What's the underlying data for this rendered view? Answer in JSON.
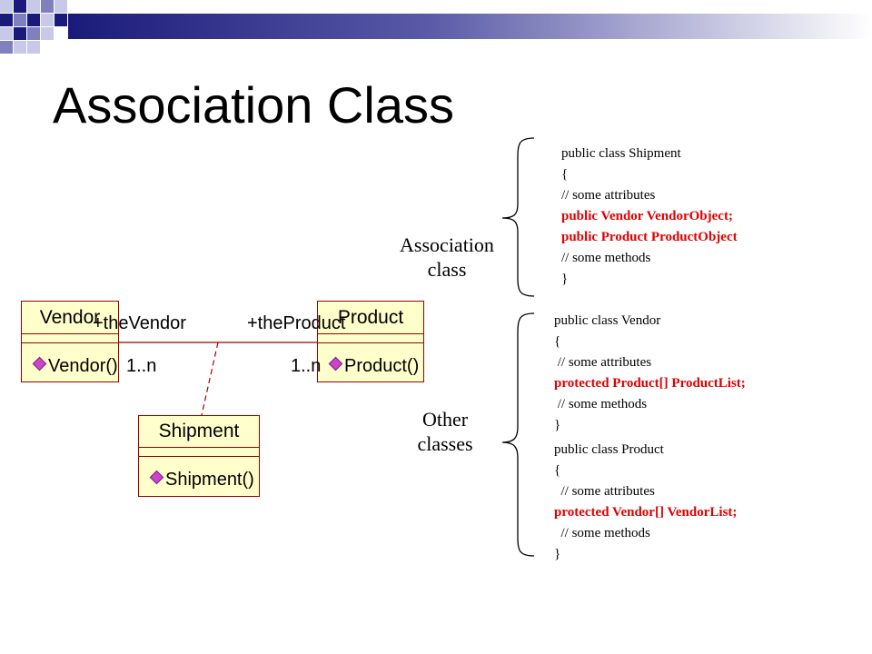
{
  "slide": {
    "title": "Association Class"
  },
  "diagram": {
    "classes": {
      "vendor": {
        "name": "Vendor",
        "operation": "Vendor()"
      },
      "product": {
        "name": "Product",
        "operation": "Product()"
      },
      "shipment": {
        "name": "Shipment",
        "operation": "Shipment()"
      }
    },
    "association": {
      "role_vendor": "+theVendor",
      "role_product": "+theProduct",
      "mult_vendor": "1..n",
      "mult_product": "1..n"
    }
  },
  "labels": {
    "association_class": [
      "Association",
      "class"
    ],
    "other_classes": [
      "Other",
      "classes"
    ]
  },
  "code": {
    "shipment": [
      {
        "text": "public class Shipment",
        "style": "normal"
      },
      {
        "text": "{",
        "style": "normal"
      },
      {
        "text": "// some attributes",
        "style": "normal"
      },
      {
        "text": "public Vendor VendorObject;",
        "style": "red"
      },
      {
        "text": "public Product ProductObject",
        "style": "red"
      },
      {
        "text": "// some methods",
        "style": "normal"
      },
      {
        "text": "}",
        "style": "normal"
      }
    ],
    "vendor": [
      {
        "text": "public class Vendor",
        "style": "normal"
      },
      {
        "text": "{",
        "style": "normal"
      },
      {
        "text": " // some attributes",
        "style": "normal"
      },
      {
        "text": "protected Product[] ProductList;",
        "style": "red"
      },
      {
        "text": " // some methods",
        "style": "normal"
      },
      {
        "text": "}",
        "style": "normal"
      }
    ],
    "product": [
      {
        "text": "public class Product",
        "style": "normal"
      },
      {
        "text": "{",
        "style": "normal"
      },
      {
        "text": "  // some attributes",
        "style": "normal"
      },
      {
        "text": "protected Vendor[] VendorList;",
        "style": "red"
      },
      {
        "text": "  // some methods",
        "style": "normal"
      },
      {
        "text": "}",
        "style": "normal"
      }
    ]
  },
  "colors": {
    "header_dark": "#1a1a7a",
    "header_mid": "#8080c0",
    "header_light": "#c8c8e8",
    "code_highlight": "#e00000",
    "uml_fill": "#ffffcc",
    "uml_border": "#9a0000",
    "operation_icon": "#cc44cc"
  }
}
